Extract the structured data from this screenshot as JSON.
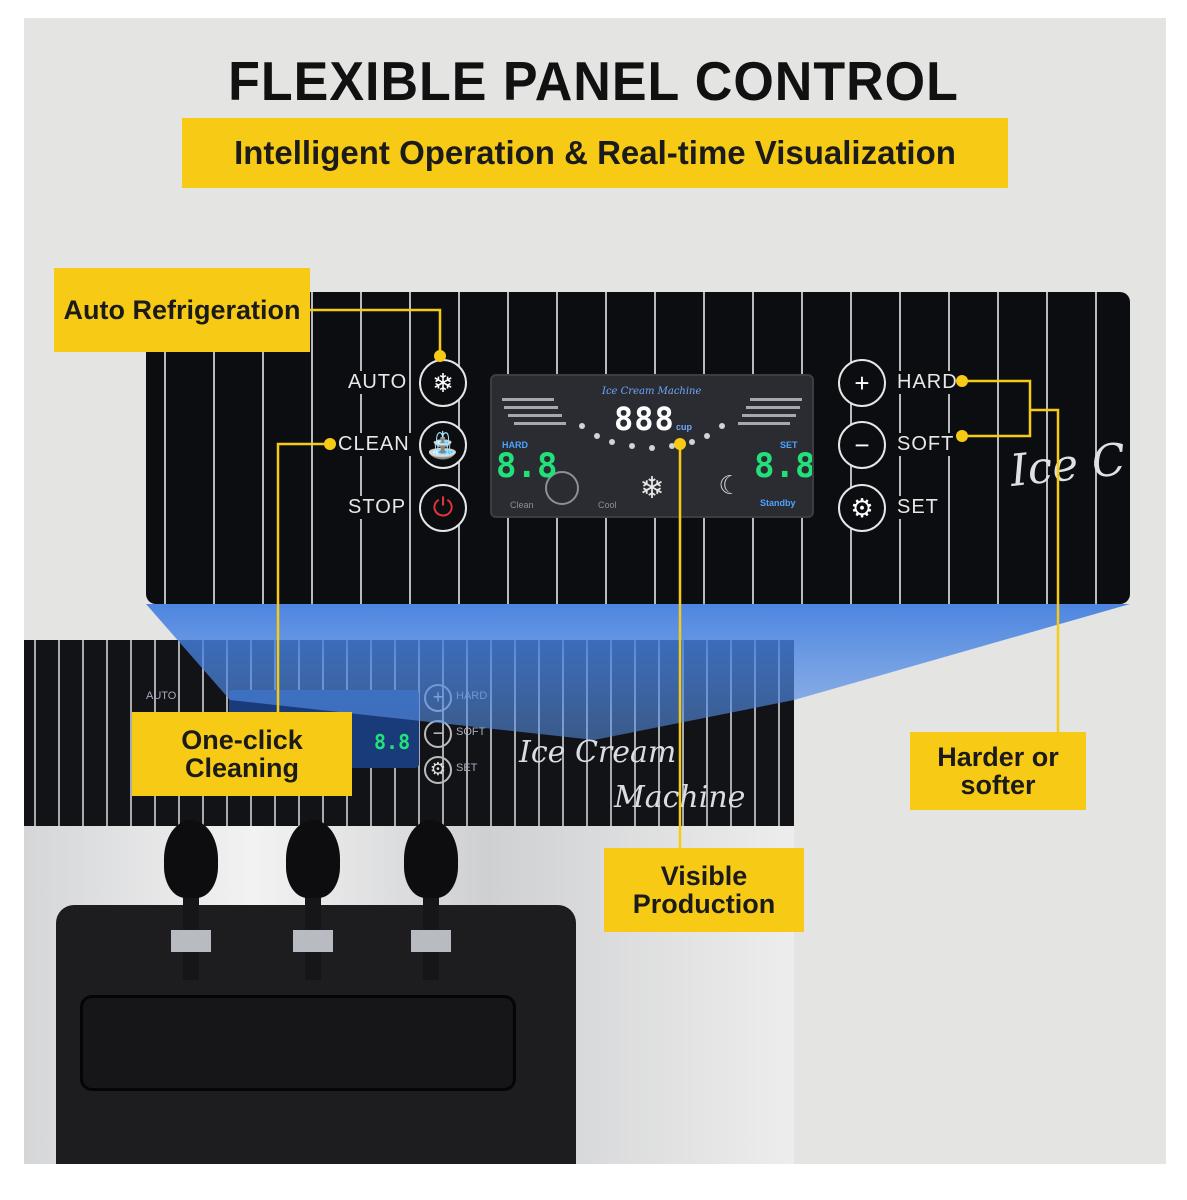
{
  "headline": "FLEXIBLE PANEL CONTROL",
  "subheadline": "Intelligent Operation & Real-time Visualization",
  "callouts": {
    "auto_refrigeration": "Auto Refrigeration",
    "one_click_cleaning": "One-click Cleaning",
    "harder_or_softer": "Harder or softer",
    "visible_production": "Visible Production"
  },
  "panel": {
    "left_buttons": [
      {
        "label": "AUTO",
        "icon": "snowflake-icon",
        "glyph": "❄"
      },
      {
        "label": "CLEAN",
        "icon": "faucet-icon",
        "glyph": "⛲"
      },
      {
        "label": "STOP",
        "icon": "power-icon",
        "glyph": "⏻"
      }
    ],
    "right_buttons": [
      {
        "label": "HARD",
        "icon": "plus-icon",
        "glyph": "+"
      },
      {
        "label": "SOFT",
        "icon": "minus-icon",
        "glyph": "−"
      },
      {
        "label": "SET",
        "icon": "gear-icon",
        "glyph": "⚙"
      }
    ],
    "display": {
      "title": "Ice Cream Machine",
      "cup_count": "888",
      "cup_unit": "cup",
      "hard_label": "HARD",
      "hard_value": "8.8",
      "set_label": "SET",
      "set_value": "8.8",
      "clean_label": "Clean",
      "cool_label": "Cool",
      "standby_label": "Standby"
    },
    "script": "Ice C"
  },
  "lower_machine": {
    "script_line1": "Ice Cream",
    "script_line2": "Machine",
    "auto_label": "AUTO",
    "hard_label": "HARD",
    "soft_label": "SOFT",
    "set_label": "SET",
    "display_value": "8.8"
  },
  "colors": {
    "accent_yellow": "#f7cb15",
    "panel_black": "#0c0d10",
    "lcd_green": "#22e07a",
    "lcd_blue": "#4da3ff",
    "power_red": "#e0373b"
  }
}
